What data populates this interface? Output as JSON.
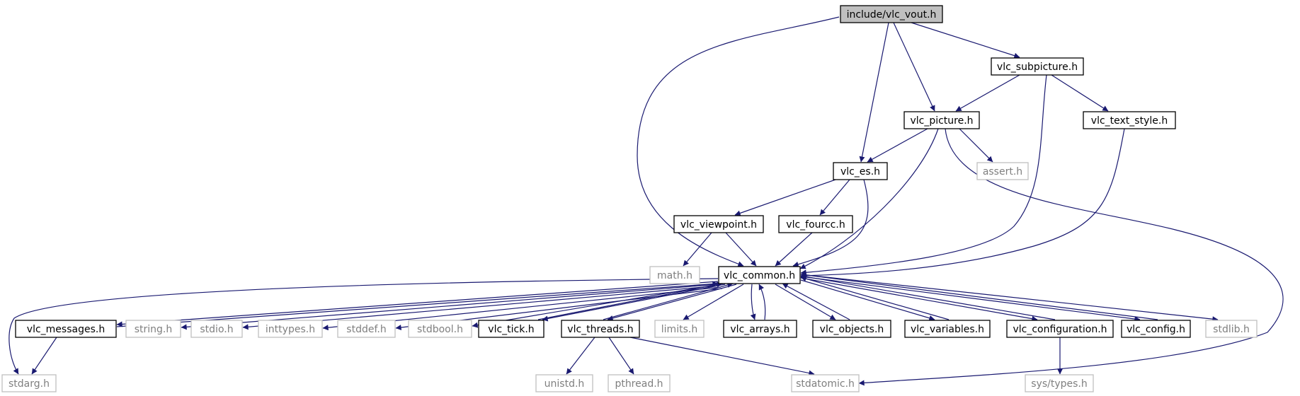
{
  "graph": {
    "colors": {
      "edge": "#191970",
      "focus_fill": "#bfbfbf",
      "external_border": "#bfbfbf",
      "external_text": "#7f7f7f"
    },
    "nodes": [
      {
        "id": "vlc_vout",
        "label": "include/vlc_vout.h",
        "kind": "focus"
      },
      {
        "id": "vlc_subpicture",
        "label": "vlc_subpicture.h",
        "kind": "local"
      },
      {
        "id": "vlc_picture",
        "label": "vlc_picture.h",
        "kind": "local"
      },
      {
        "id": "vlc_text_style",
        "label": "vlc_text_style.h",
        "kind": "local"
      },
      {
        "id": "vlc_es",
        "label": "vlc_es.h",
        "kind": "local"
      },
      {
        "id": "assert",
        "label": "assert.h",
        "kind": "system"
      },
      {
        "id": "vlc_viewpoint",
        "label": "vlc_viewpoint.h",
        "kind": "local"
      },
      {
        "id": "vlc_fourcc",
        "label": "vlc_fourcc.h",
        "kind": "local"
      },
      {
        "id": "math",
        "label": "math.h",
        "kind": "system"
      },
      {
        "id": "vlc_common",
        "label": "vlc_common.h",
        "kind": "local"
      },
      {
        "id": "vlc_messages",
        "label": "vlc_messages.h",
        "kind": "local"
      },
      {
        "id": "string",
        "label": "string.h",
        "kind": "system"
      },
      {
        "id": "stdio",
        "label": "stdio.h",
        "kind": "system"
      },
      {
        "id": "inttypes",
        "label": "inttypes.h",
        "kind": "system"
      },
      {
        "id": "stddef",
        "label": "stddef.h",
        "kind": "system"
      },
      {
        "id": "stdbool",
        "label": "stdbool.h",
        "kind": "system"
      },
      {
        "id": "vlc_tick",
        "label": "vlc_tick.h",
        "kind": "local"
      },
      {
        "id": "vlc_threads",
        "label": "vlc_threads.h",
        "kind": "local"
      },
      {
        "id": "limits",
        "label": "limits.h",
        "kind": "system"
      },
      {
        "id": "vlc_arrays",
        "label": "vlc_arrays.h",
        "kind": "local"
      },
      {
        "id": "vlc_objects",
        "label": "vlc_objects.h",
        "kind": "local"
      },
      {
        "id": "vlc_variables",
        "label": "vlc_variables.h",
        "kind": "local"
      },
      {
        "id": "vlc_configuration",
        "label": "vlc_configuration.h",
        "kind": "local"
      },
      {
        "id": "vlc_config",
        "label": "vlc_config.h",
        "kind": "local"
      },
      {
        "id": "stdlib",
        "label": "stdlib.h",
        "kind": "system"
      },
      {
        "id": "stdarg",
        "label": "stdarg.h",
        "kind": "system"
      },
      {
        "id": "unistd",
        "label": "unistd.h",
        "kind": "system"
      },
      {
        "id": "pthread",
        "label": "pthread.h",
        "kind": "system"
      },
      {
        "id": "stdatomic",
        "label": "stdatomic.h",
        "kind": "system"
      },
      {
        "id": "sys_types",
        "label": "sys/types.h",
        "kind": "system"
      }
    ],
    "edges": [
      {
        "from": "vlc_vout",
        "to": "vlc_common"
      },
      {
        "from": "vlc_vout",
        "to": "vlc_es"
      },
      {
        "from": "vlc_vout",
        "to": "vlc_picture"
      },
      {
        "from": "vlc_vout",
        "to": "vlc_subpicture"
      },
      {
        "from": "vlc_subpicture",
        "to": "vlc_picture"
      },
      {
        "from": "vlc_subpicture",
        "to": "vlc_text_style"
      },
      {
        "from": "vlc_subpicture",
        "to": "vlc_common"
      },
      {
        "from": "vlc_picture",
        "to": "vlc_es"
      },
      {
        "from": "vlc_picture",
        "to": "assert"
      },
      {
        "from": "vlc_picture",
        "to": "vlc_common"
      },
      {
        "from": "vlc_picture",
        "to": "stdatomic"
      },
      {
        "from": "vlc_text_style",
        "to": "vlc_common"
      },
      {
        "from": "vlc_es",
        "to": "vlc_viewpoint"
      },
      {
        "from": "vlc_es",
        "to": "vlc_fourcc"
      },
      {
        "from": "vlc_es",
        "to": "vlc_common"
      },
      {
        "from": "vlc_viewpoint",
        "to": "math"
      },
      {
        "from": "vlc_viewpoint",
        "to": "vlc_common"
      },
      {
        "from": "vlc_fourcc",
        "to": "vlc_common"
      },
      {
        "from": "vlc_common",
        "to": "stdarg"
      },
      {
        "from": "vlc_common",
        "to": "vlc_messages"
      },
      {
        "from": "vlc_common",
        "to": "string"
      },
      {
        "from": "vlc_common",
        "to": "stdio"
      },
      {
        "from": "vlc_common",
        "to": "inttypes"
      },
      {
        "from": "vlc_common",
        "to": "stddef"
      },
      {
        "from": "vlc_common",
        "to": "stdbool"
      },
      {
        "from": "vlc_common",
        "to": "vlc_tick"
      },
      {
        "from": "vlc_common",
        "to": "vlc_threads"
      },
      {
        "from": "vlc_common",
        "to": "limits"
      },
      {
        "from": "vlc_common",
        "to": "vlc_arrays"
      },
      {
        "from": "vlc_common",
        "to": "vlc_objects"
      },
      {
        "from": "vlc_common",
        "to": "vlc_variables"
      },
      {
        "from": "vlc_common",
        "to": "vlc_configuration"
      },
      {
        "from": "vlc_common",
        "to": "vlc_config"
      },
      {
        "from": "vlc_common",
        "to": "stdlib"
      },
      {
        "from": "vlc_messages",
        "to": "vlc_common"
      },
      {
        "from": "vlc_messages",
        "to": "stdarg"
      },
      {
        "from": "vlc_tick",
        "to": "vlc_common"
      },
      {
        "from": "vlc_threads",
        "to": "vlc_common"
      },
      {
        "from": "vlc_threads",
        "to": "unistd"
      },
      {
        "from": "vlc_threads",
        "to": "pthread"
      },
      {
        "from": "vlc_threads",
        "to": "stdatomic"
      },
      {
        "from": "vlc_arrays",
        "to": "vlc_common"
      },
      {
        "from": "vlc_objects",
        "to": "vlc_common"
      },
      {
        "from": "vlc_variables",
        "to": "vlc_common"
      },
      {
        "from": "vlc_configuration",
        "to": "vlc_common"
      },
      {
        "from": "vlc_configuration",
        "to": "sys_types"
      },
      {
        "from": "vlc_config",
        "to": "vlc_common"
      }
    ]
  }
}
